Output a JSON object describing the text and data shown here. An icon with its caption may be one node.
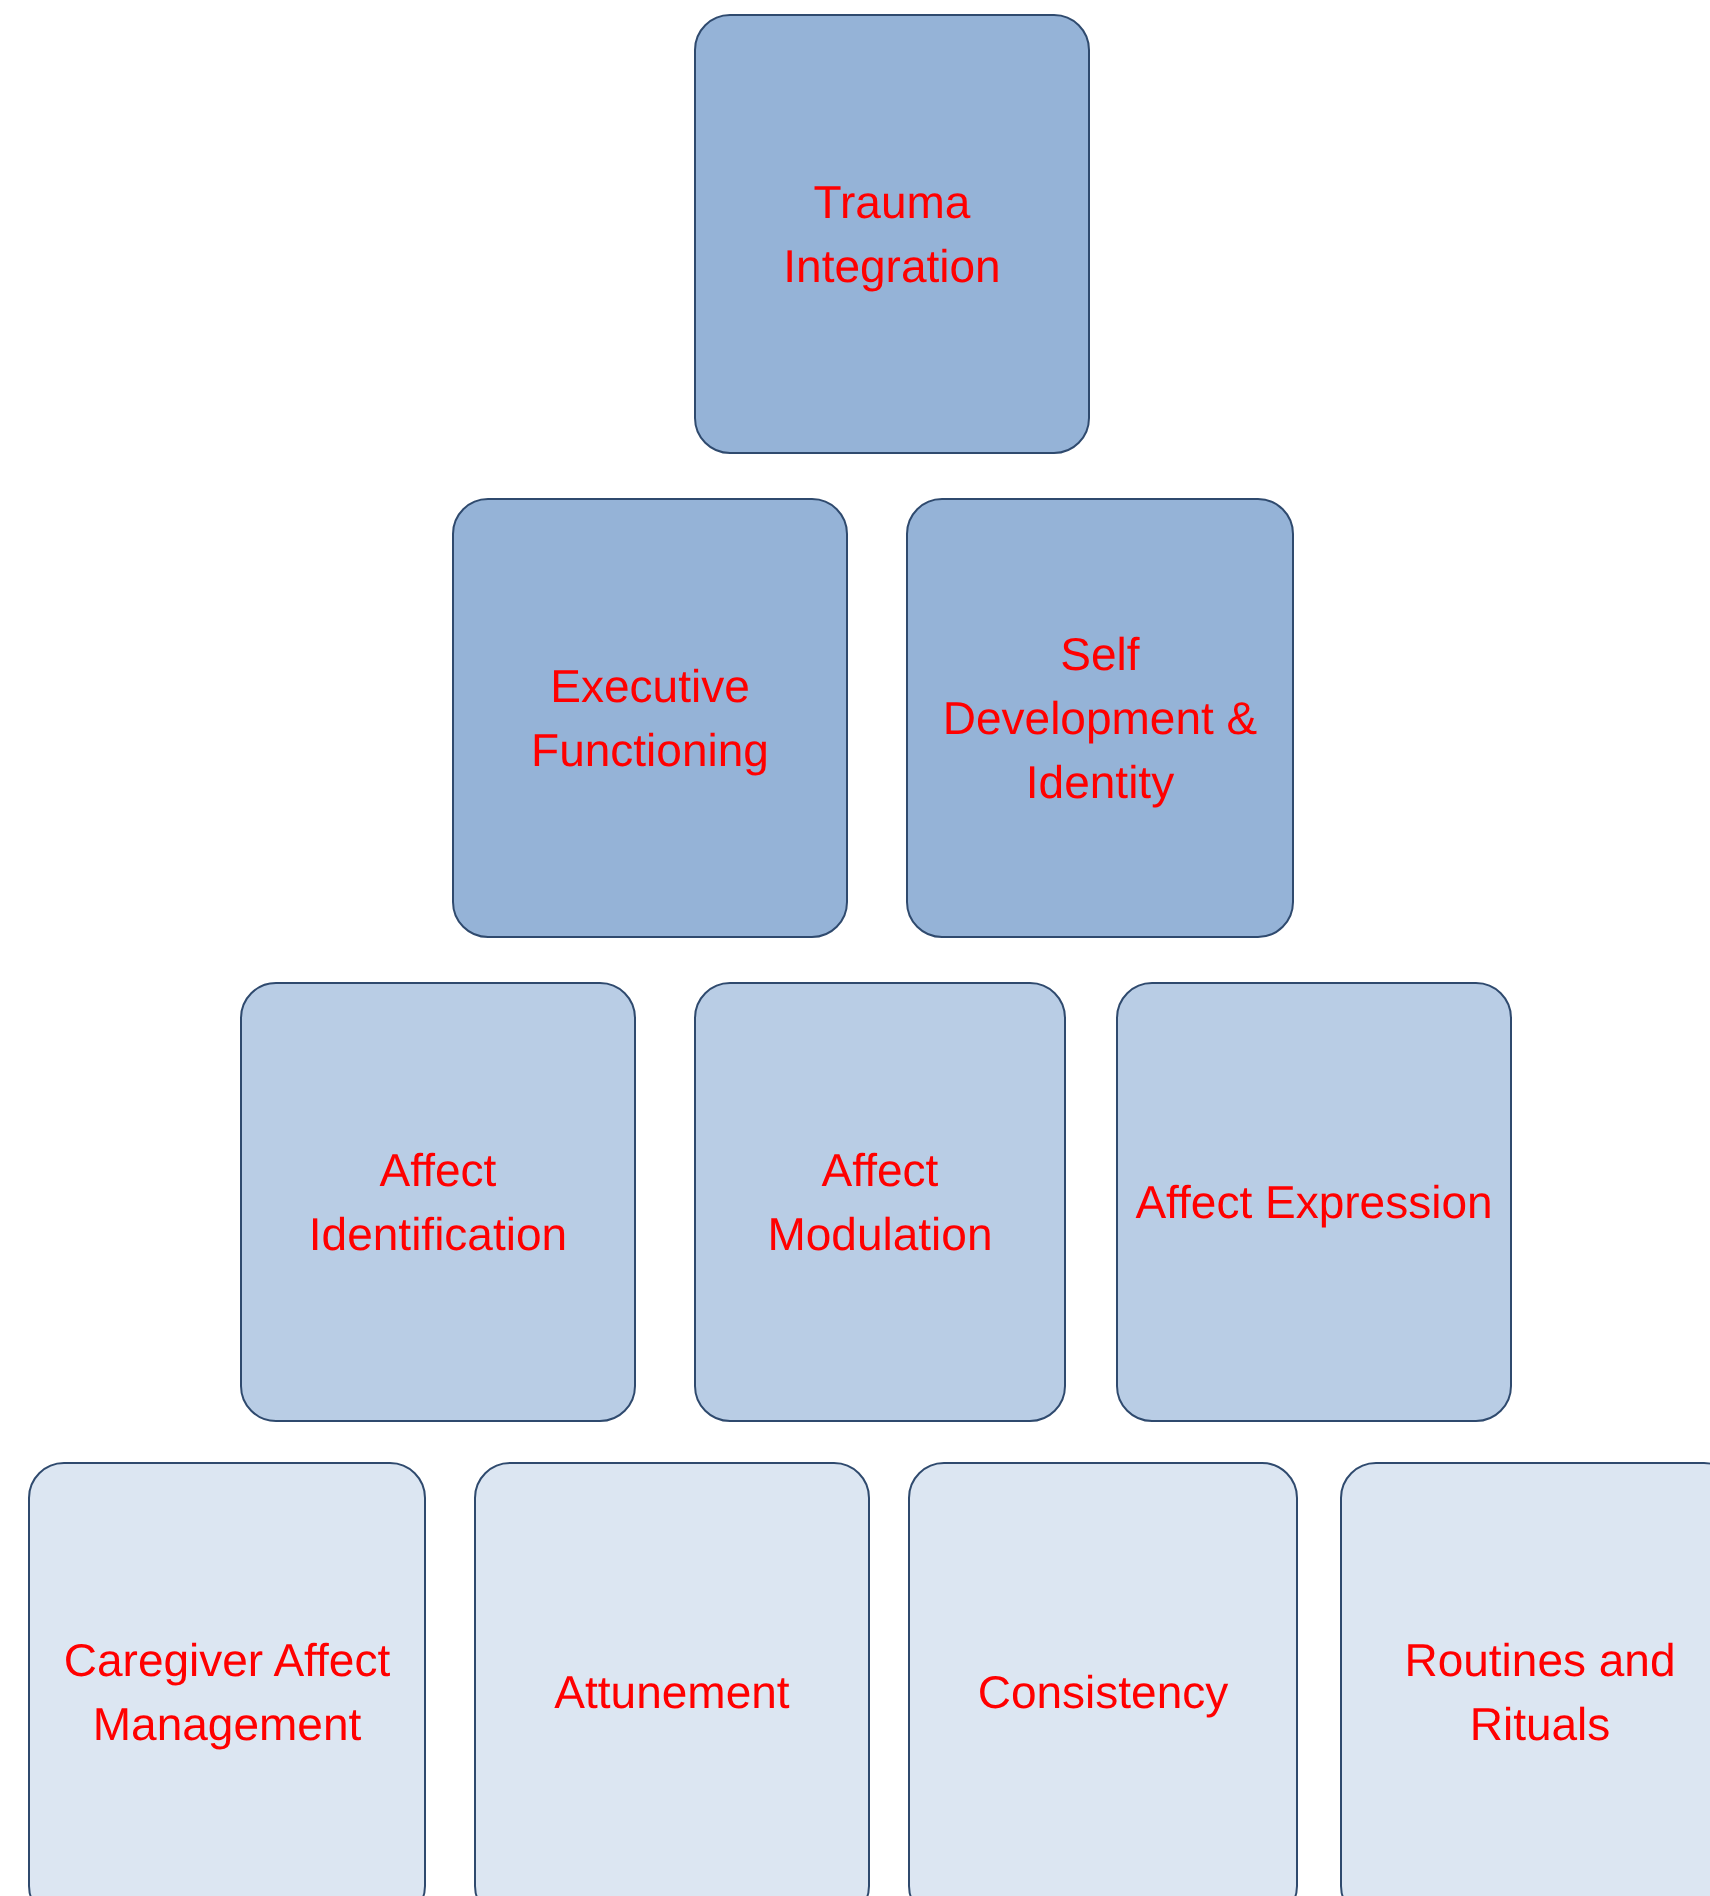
{
  "diagram": {
    "nodes": [
      {
        "text": [
          "Trauma Integration"
        ]
      },
      {
        "text": [
          "Executive Functioning"
        ]
      },
      {
        "text": [
          "Self Development & Identity"
        ]
      },
      {
        "text": [
          "Affect Identification"
        ]
      },
      {
        "text": [
          "Affect Modulation"
        ]
      },
      {
        "text": [
          "Affect Expression"
        ]
      },
      {
        "text": [
          "Caregiver Affect Management"
        ]
      },
      {
        "text": [
          "Attunement"
        ]
      },
      {
        "text": [
          "Consistency"
        ]
      },
      {
        "text": [
          "Routines and Rituals"
        ]
      }
    ]
  }
}
